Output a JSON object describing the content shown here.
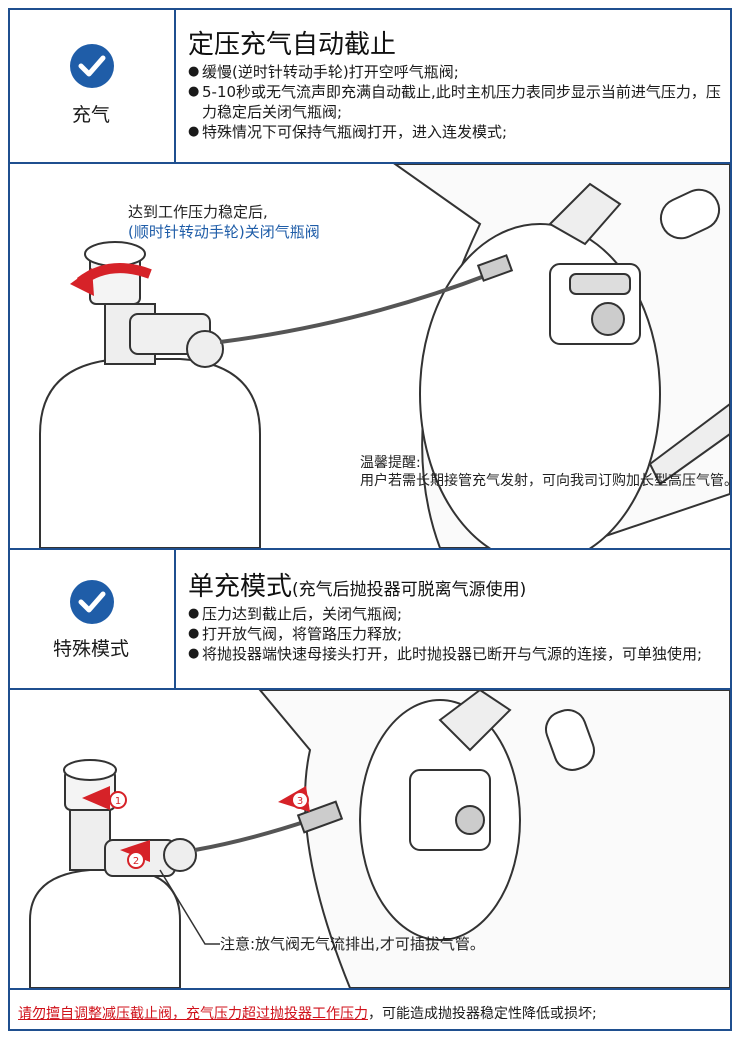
{
  "section_charge": {
    "mode_label": "充气",
    "title": "定压充气自动截止",
    "bullets": [
      "缓慢(逆时针转动手轮)打开空呼气瓶阀;",
      "5-10秒或无气流声即充满自动截止,此时主机压力表同步显示当前进气压力，压力稳定后关闭气瓶阀;",
      "特殊情况下可保持气瓶阀打开，进入连发模式;"
    ]
  },
  "illustration_1": {
    "callout_line1": "达到工作压力稳定后,",
    "callout_line2": "(顺时针转动手轮)关闭气瓶阀",
    "reminder_title": "温馨提醒:",
    "reminder_body": "用户若需长期接管充气发射，可向我司订购加长型高压气管。"
  },
  "section_special": {
    "mode_label": "特殊模式",
    "title": "单充模式",
    "title_note": "(充气后抛投器可脱离气源使用)",
    "bullets": [
      "压力达到截止后，关闭气瓶阀;",
      "打开放气阀，将管路压力释放;",
      "将抛投器端快速母接头打开，此时抛投器已断开与气源的连接，可单独使用;"
    ]
  },
  "illustration_2": {
    "step_1": "1",
    "step_2": "2",
    "step_3": "3",
    "note": "注意:放气阀无气流排出,才可插拔气管。"
  },
  "footer": {
    "warning": "请勿擅自调整减压截止阀，充气压力超过抛投器工作压力",
    "consequence": "，可能造成抛投器稳定性降低或损坏;"
  },
  "colors": {
    "frame": "#1f4f8f",
    "check_badge": "#1f5da8",
    "callout_blue": "#1f5da8",
    "arrow_red": "#d62228",
    "warning_red": "#d0121b"
  },
  "icons": [
    "check-circle-icon",
    "rotate-arrow-icon",
    "step-arrow-icon"
  ]
}
